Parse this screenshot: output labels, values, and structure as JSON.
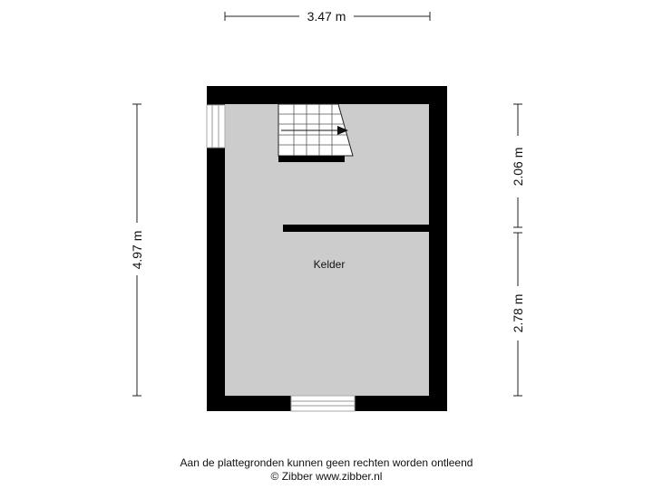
{
  "dimensions": {
    "width_total": "3.47 m",
    "height_total": "4.97 m",
    "height_upper": "2.06 m",
    "height_lower": "2.78 m"
  },
  "room": {
    "label": "Kelder"
  },
  "footer": {
    "disclaimer": "Aan de plattegronden kunnen geen rechten worden ontleend",
    "copyright": "© Zibber www.zibber.nl"
  },
  "colors": {
    "wall": "#000000",
    "floor": "#cccccc",
    "line": "#222222"
  }
}
